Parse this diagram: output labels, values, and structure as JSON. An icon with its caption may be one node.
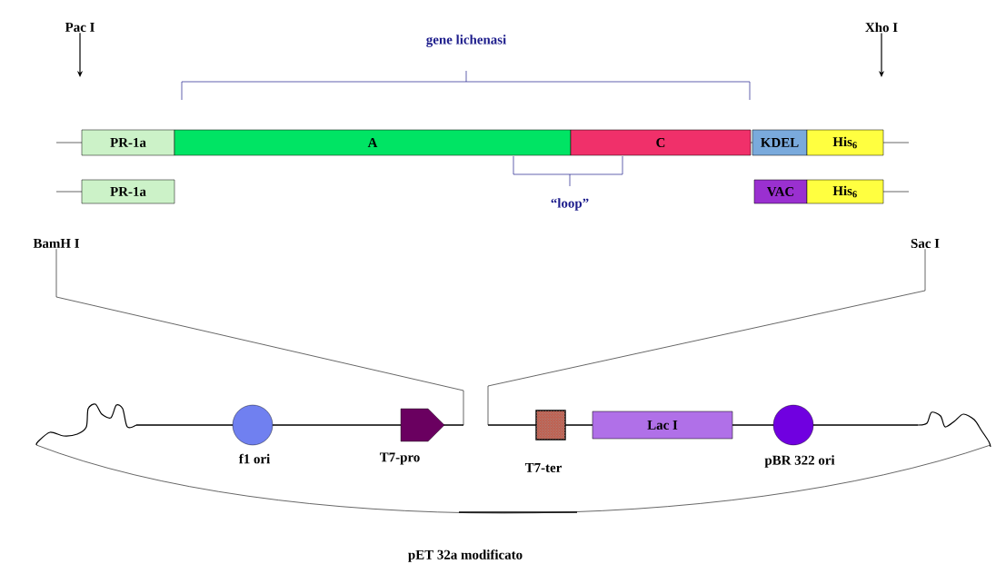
{
  "diagram": {
    "nodes": [
      {
        "text": [
          "Pac I"
        ]
      },
      {
        "text": [
          "Xho I"
        ]
      },
      {
        "text": [
          "PR-1a"
        ]
      },
      {
        "text": [
          "A"
        ]
      },
      {
        "text": [
          "C"
        ]
      },
      {
        "text": [
          "KDEL"
        ]
      },
      {
        "text": [
          "His$_{6}$"
        ]
      },
      {
        "text": [
          "PR-1a"
        ]
      },
      {
        "text": [
          "VAC"
        ]
      },
      {
        "text": [
          "His$_{6}$"
        ]
      },
      {
        "text": [
          "BamH I"
        ]
      },
      {
        "text": [
          "Sac I"
        ]
      },
      {
        "text": [],
        "shape": "circle",
        "beside": [
          "f1 ori"
        ]
      },
      {
        "text": [],
        "shape": "arrow",
        "beside": [
          "T7-pro"
        ]
      },
      {
        "text": [],
        "shape": "box",
        "beside": [
          "T7-ter"
        ]
      },
      {
        "text": [
          "Lac I"
        ]
      },
      {
        "text": [],
        "shape": "circle",
        "beside": [
          "pBR 322 ori"
        ]
      }
    ],
    "edges": [
      {
        "from": 0,
        "to": null,
        "arrow": "to"
      },
      {
        "from": 1,
        "to": null,
        "arrow": "to"
      },
      {
        "from": 10,
        "to": null,
        "arrow": "none"
      },
      {
        "from": 11,
        "to": null,
        "arrow": "none"
      }
    ],
    "labels": [
      "gene lichenasi",
      "“loop”",
      "pET 32a modificato"
    ]
  }
}
